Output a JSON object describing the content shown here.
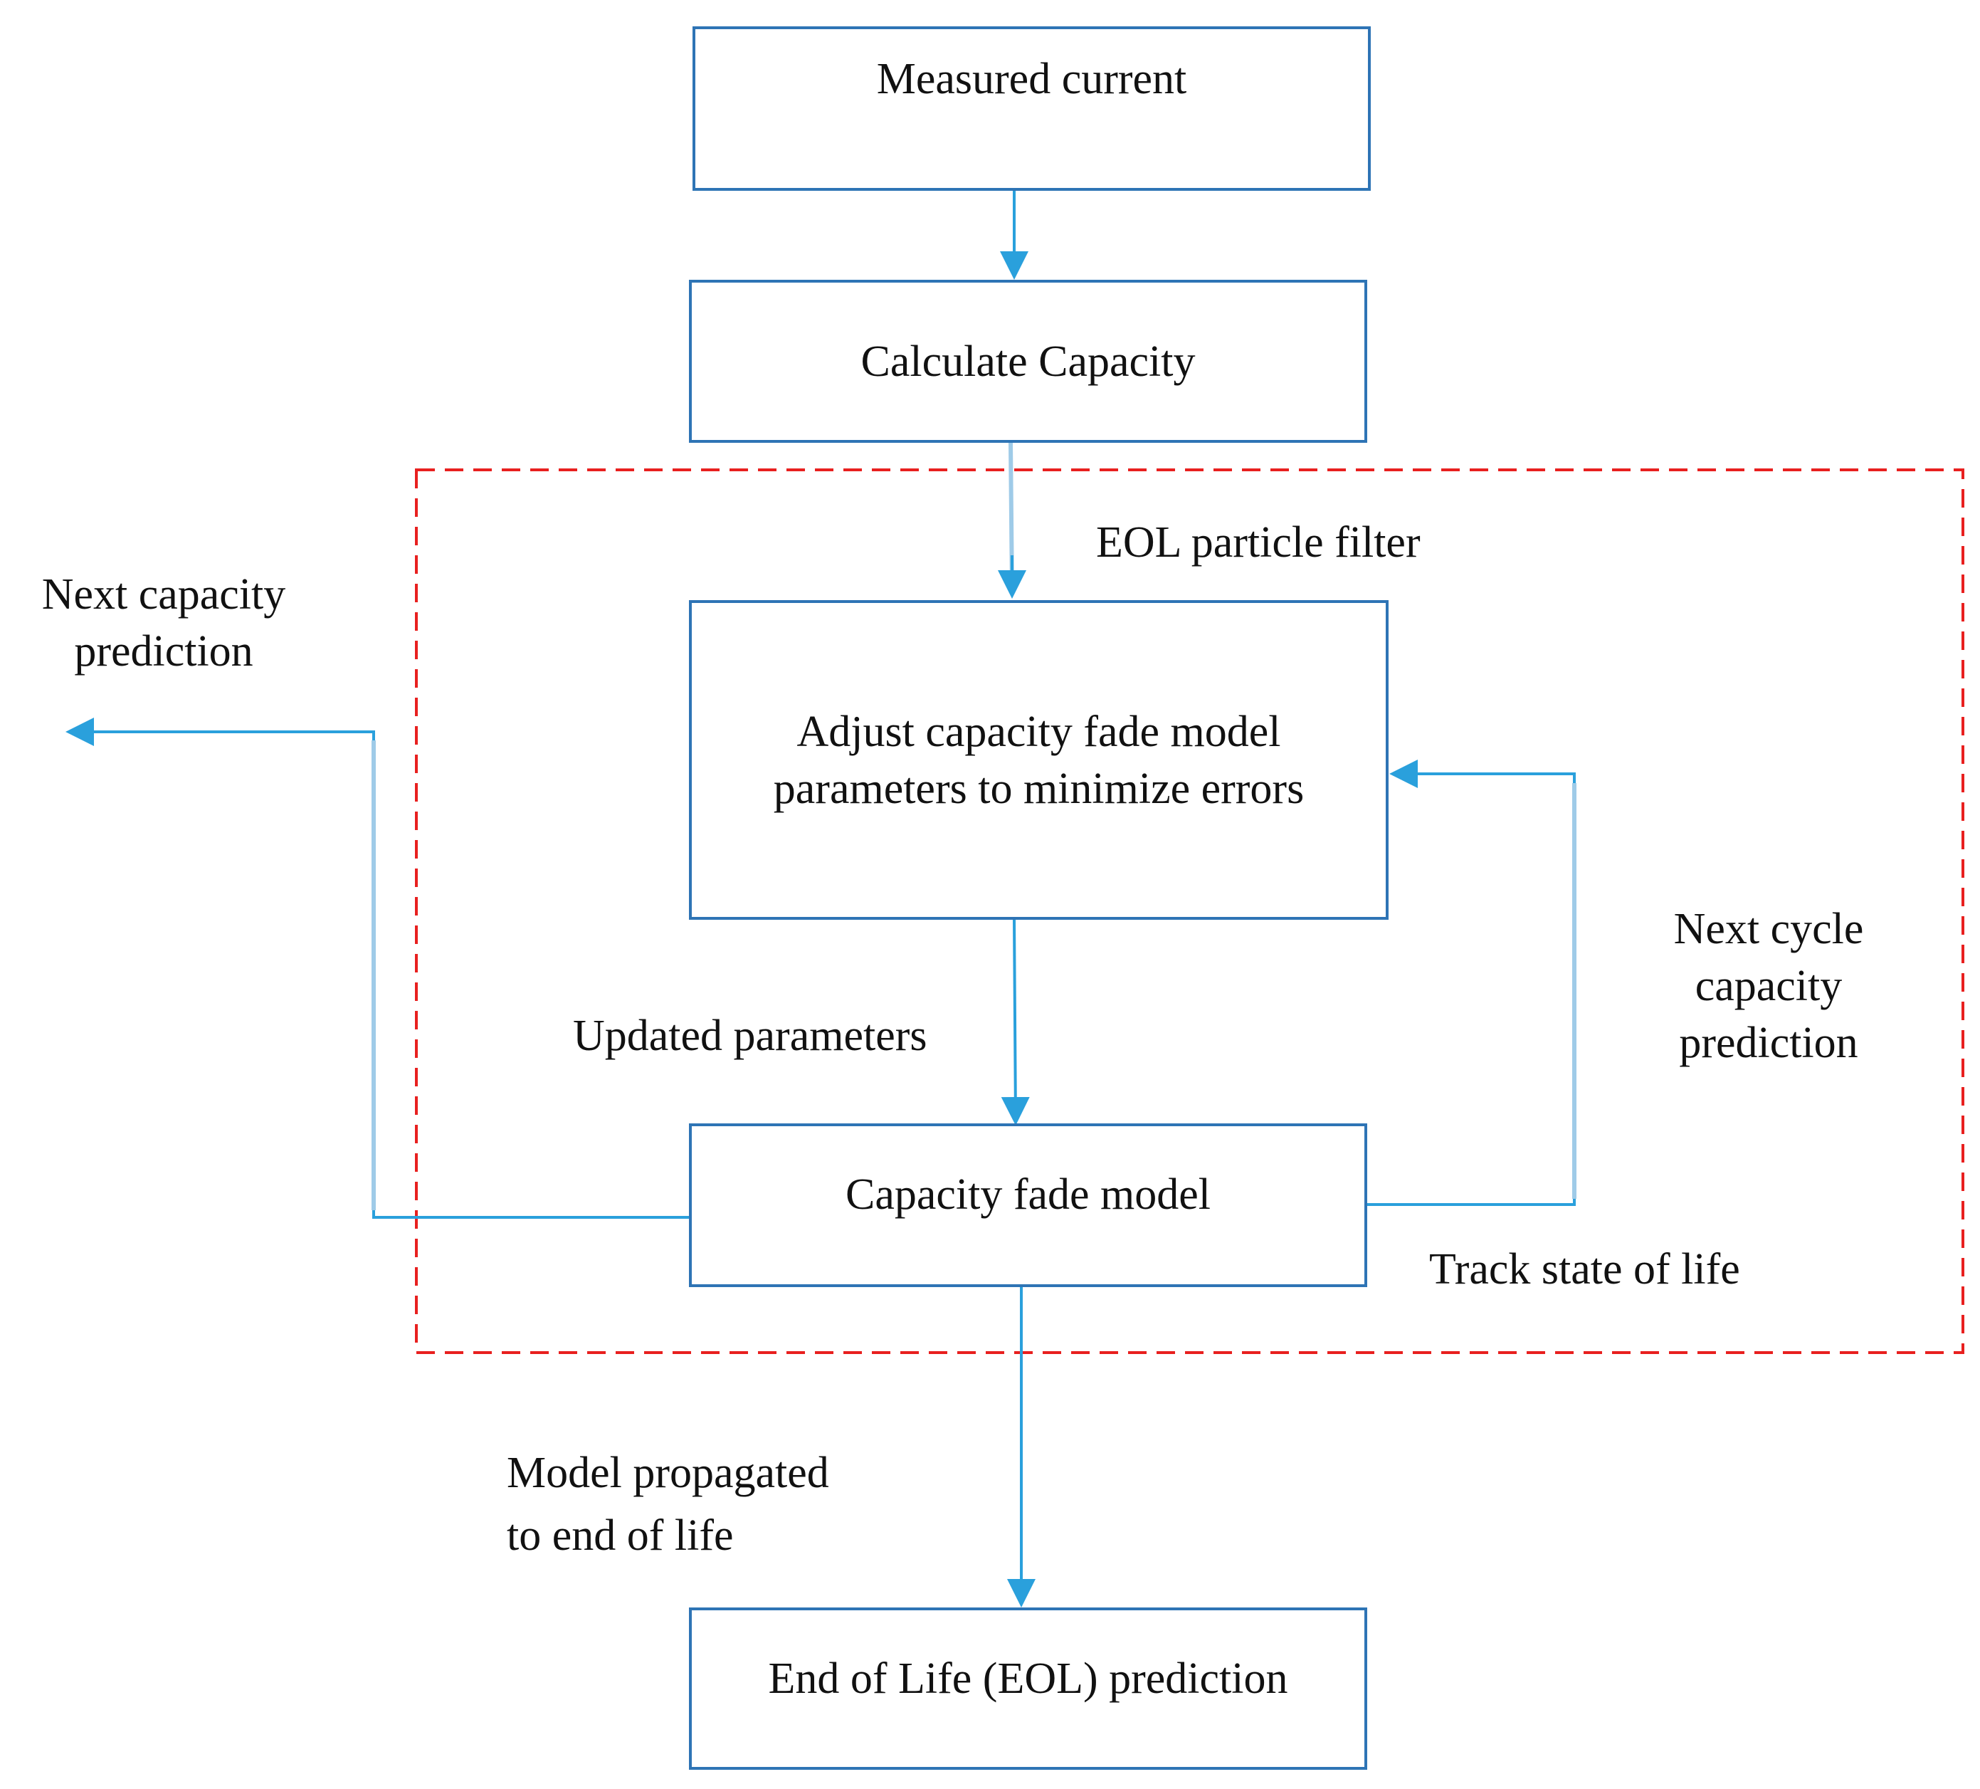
{
  "colors": {
    "box_border": "#2e74b5",
    "arrow": "#2aa0dc",
    "arrow_light": "#9fcbe8",
    "filter_border": "#e8201f",
    "text": "#111111"
  },
  "nodes": {
    "measured_current": "Measured current",
    "calculate_capacity": "Calculate Capacity",
    "adjust_parameters": {
      "line1": "Adjust capacity fade model",
      "line2": "parameters to minimize errors"
    },
    "capacity_fade_model": "Capacity fade model",
    "eol_prediction": "End of Life (EOL) prediction"
  },
  "labels": {
    "filter_title": "EOL particle filter",
    "next_capacity_prediction": {
      "line1": "Next capacity",
      "line2": "prediction"
    },
    "updated_parameters": "Updated parameters",
    "next_cycle_capacity_prediction": {
      "line1": "Next cycle",
      "line2": "capacity",
      "line3": "prediction"
    },
    "track_state_of_life": "Track state of life",
    "model_propagated": {
      "line1": "Model propagated",
      "line2": "to end of life"
    }
  }
}
